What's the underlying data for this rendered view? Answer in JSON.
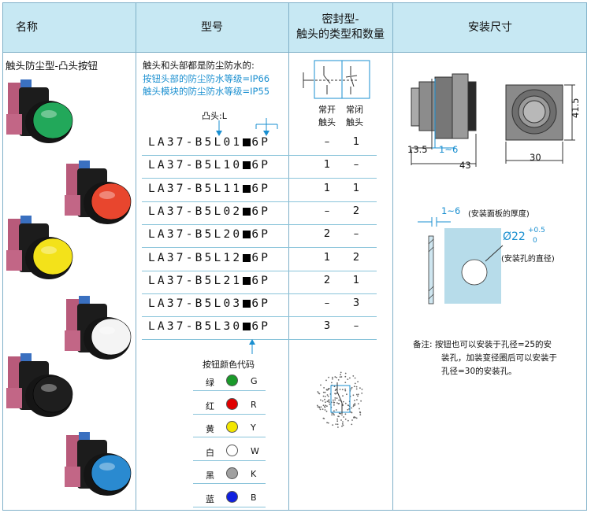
{
  "header": {
    "col_name": "名称",
    "col_model": "型号",
    "col_contact_line1": "密封型-",
    "col_contact_line2": "触头的类型和数量",
    "col_dims": "安装尺寸"
  },
  "product_name": "触头防尘型-凸头按钮",
  "notes": {
    "line1": "触头和头部都是防尘防水的:",
    "line2": "按钮头部的防尘防水等级=IP66",
    "line3": "触头模块的防尘防水等级=IP55",
    "head_label": "凸头:L"
  },
  "contact_labels": {
    "no_top": "常开",
    "no_bottom": "触头",
    "nc_top": "常闭",
    "nc_bottom": "触头"
  },
  "models": [
    {
      "prefix": "LA37-B5L01",
      "suffix": "6P",
      "no": "–",
      "nc": "1"
    },
    {
      "prefix": "LA37-B5L10",
      "suffix": "6P",
      "no": "1",
      "nc": "–"
    },
    {
      "prefix": "LA37-B5L11",
      "suffix": "6P",
      "no": "1",
      "nc": "1"
    },
    {
      "prefix": "LA37-B5L02",
      "suffix": "6P",
      "no": "–",
      "nc": "2"
    },
    {
      "prefix": "LA37-B5L20",
      "suffix": "6P",
      "no": "2",
      "nc": "–"
    },
    {
      "prefix": "LA37-B5L12",
      "suffix": "6P",
      "no": "1",
      "nc": "2"
    },
    {
      "prefix": "LA37-B5L21",
      "suffix": "6P",
      "no": "2",
      "nc": "1"
    },
    {
      "prefix": "LA37-B5L03",
      "suffix": "6P",
      "no": "–",
      "nc": "3"
    },
    {
      "prefix": "LA37-B5L30",
      "suffix": "6P",
      "no": "3",
      "nc": "–"
    }
  ],
  "color_codes_title": "按钮颜色代码",
  "color_codes": [
    {
      "name": "绿",
      "code": "G",
      "color": "#1a9a2a"
    },
    {
      "name": "红",
      "code": "R",
      "color": "#e00000"
    },
    {
      "name": "黄",
      "code": "Y",
      "color": "#f2e600"
    },
    {
      "name": "白",
      "code": "W",
      "color": "#ffffff"
    },
    {
      "name": "黑",
      "code": "K",
      "color": "#a0a0a0"
    },
    {
      "name": "蓝",
      "code": "B",
      "color": "#1020e0"
    }
  ],
  "button_photos": [
    {
      "name": "green-button-photo",
      "cap": "#22a85a"
    },
    {
      "name": "red-button-photo",
      "cap": "#e8462e"
    },
    {
      "name": "yellow-button-photo",
      "cap": "#f3e21a"
    },
    {
      "name": "white-button-photo",
      "cap": "#f4f4f4"
    },
    {
      "name": "black-button-photo",
      "cap": "#1e1e1e"
    },
    {
      "name": "blue-button-photo",
      "cap": "#2a8ad0"
    }
  ],
  "dims": {
    "d_13_5": "13.5",
    "d_1_6": "1~6",
    "d_43": "43",
    "d_30": "30",
    "d_41_5": "41.5",
    "panel_thickness": "1~6",
    "panel_thickness_note": "(安装面板的厚度)",
    "hole_dia": "Ø22",
    "hole_tol_plus": "+0.5",
    "hole_tol_minus": "0",
    "hole_note": "(安装孔的直径)"
  },
  "remark": {
    "line1": "备注: 按钮也可以安装于孔径=25的安",
    "line2": "装孔，加装变径圈后可以安装于",
    "line3": "孔径=30的安装孔。"
  }
}
